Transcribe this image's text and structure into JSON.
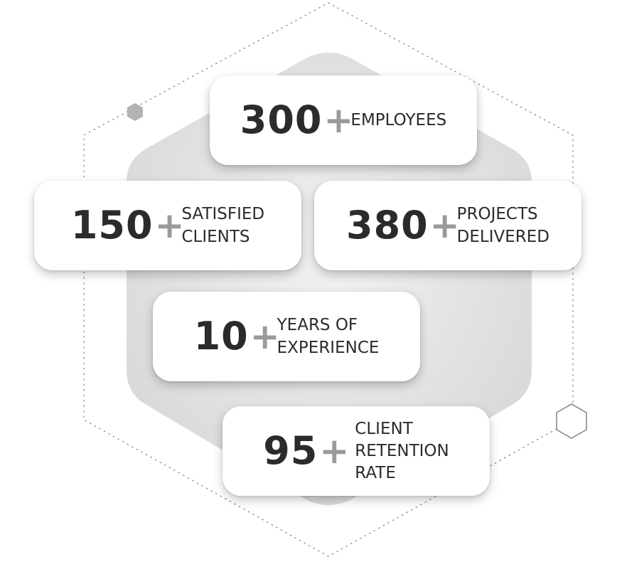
{
  "stats": [
    {
      "value": "300",
      "suffix": "+",
      "label_lines": [
        "EMPLOYEES"
      ]
    },
    {
      "value": "150",
      "suffix": "+",
      "label_lines": [
        "SATISFIED",
        "CLIENTS"
      ]
    },
    {
      "value": "380",
      "suffix": "+",
      "label_lines": [
        "PROJECTS",
        "DELIVERED"
      ]
    },
    {
      "value": "10",
      "suffix": "+",
      "label_lines": [
        "YEARS OF",
        "EXPERIENCE"
      ]
    },
    {
      "value": "95",
      "suffix": "+",
      "label_lines": [
        "CLIENT",
        "RETENTION",
        "RATE"
      ]
    }
  ],
  "colors": {
    "number": "#2b2b2b",
    "plus": "#9a9a9a",
    "hexagon_fill": "#e3e3e3",
    "card_bg": "#ffffff"
  },
  "icons": [
    "dotted-hexagon-outline",
    "small-filled-hexagon-icon",
    "small-outline-hexagon-icon"
  ]
}
